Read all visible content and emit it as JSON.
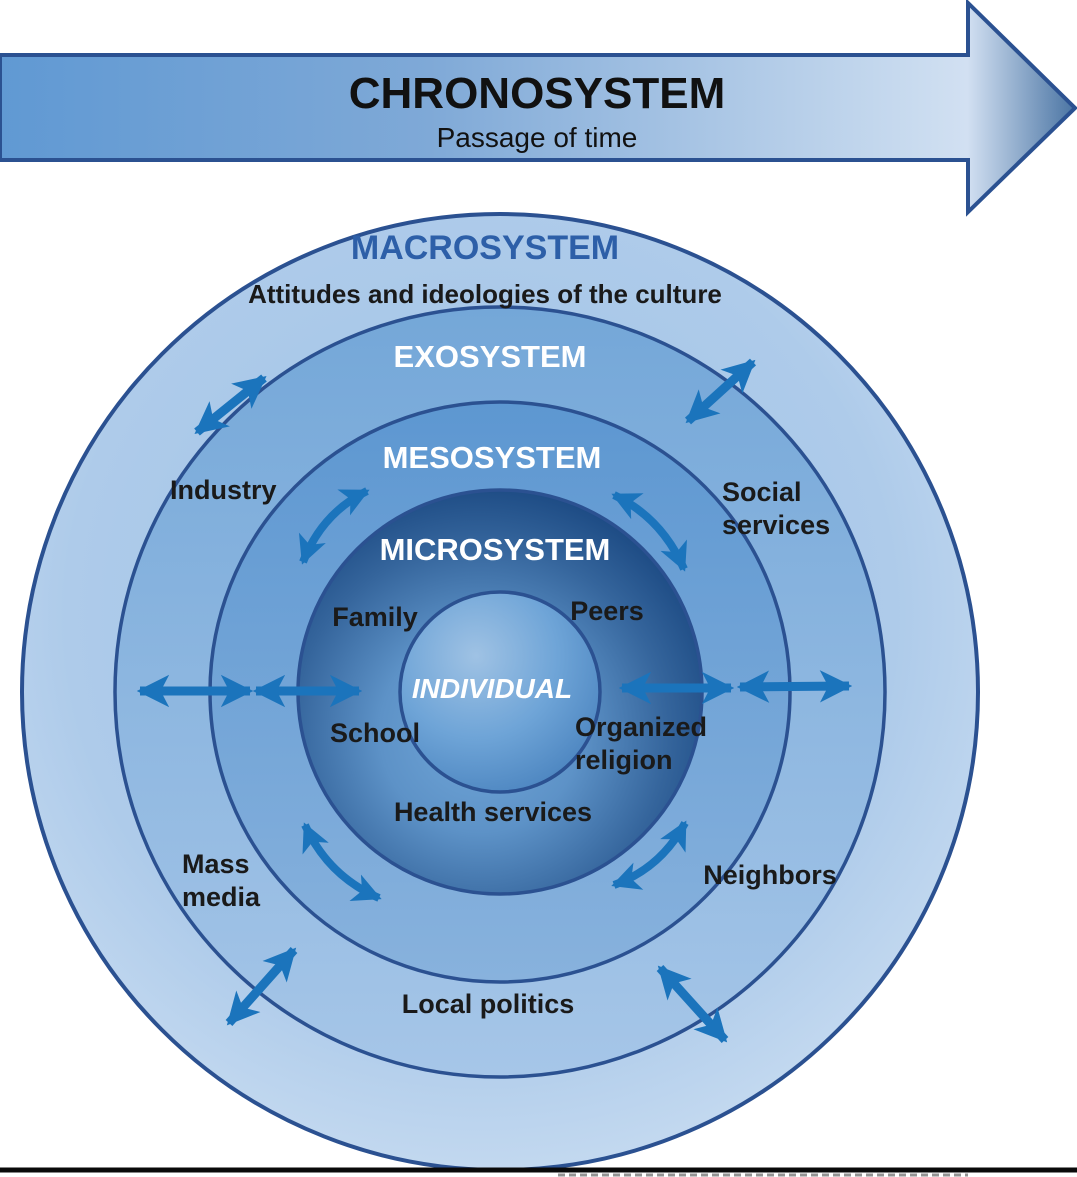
{
  "banner": {
    "title": "CHRONOSYSTEM",
    "subtitle": "Passage of time"
  },
  "systems": {
    "macrosystem": {
      "label": "MACROSYSTEM",
      "description": "Attitudes and ideologies of the culture"
    },
    "exosystem": {
      "label": "EXOSYSTEM"
    },
    "mesosystem": {
      "label": "MESOSYSTEM"
    },
    "microsystem": {
      "label": "MICROSYSTEM"
    },
    "individual": {
      "label": "INDIVIDUAL"
    }
  },
  "labels": {
    "industry": "Industry",
    "social_services_line1": "Social",
    "social_services_line2": "services",
    "family": "Family",
    "peers": "Peers",
    "school": "School",
    "organized_religion_line1": "Organized",
    "organized_religion_line2": "religion",
    "health_services": "Health services",
    "mass_media_line1": "Mass",
    "mass_media_line2": "media",
    "neighbors": "Neighbors",
    "local_politics": "Local politics"
  },
  "colors": {
    "arrow_blue": "#1b74bc",
    "circle_border_navy": "#2b5191",
    "macro_label_blue": "#2d5fa8",
    "text_black": "#1a1a1a",
    "ring_light_blue": "#aecbea",
    "ring_medium_blue": "#74a7d8",
    "micro_dark_navy": "#1c4a83",
    "banner_left_blue": "#6099d3",
    "banner_light": "#d2e0f2"
  }
}
